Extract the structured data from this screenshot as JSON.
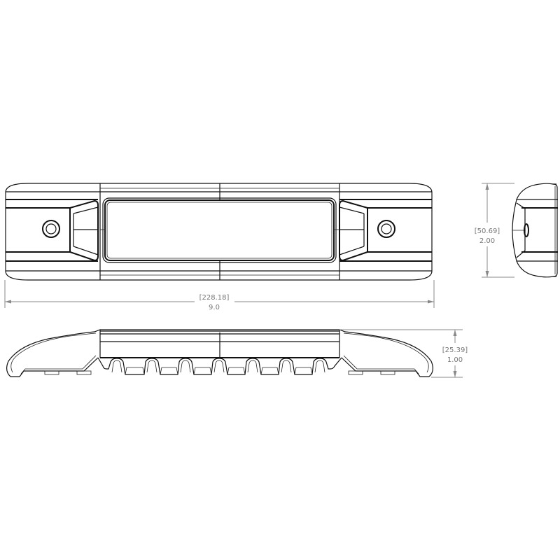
{
  "drawing": {
    "type": "technical dimension drawing",
    "views": [
      "top-view",
      "end-view",
      "side-view"
    ],
    "units": {
      "bracket": "mm",
      "plain": "in"
    }
  },
  "dimensions": {
    "length": {
      "metric": "[228.18]",
      "imperial": "9.0"
    },
    "width": {
      "metric": "[50.69]",
      "imperial": "2.00"
    },
    "height": {
      "metric": "[25.39]",
      "imperial": "1.00"
    }
  },
  "colors": {
    "line": "#111111",
    "dimension": "#888888",
    "text": "#777777",
    "background": "#ffffff"
  }
}
